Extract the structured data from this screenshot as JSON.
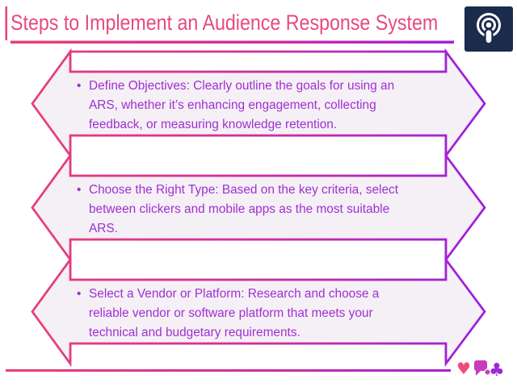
{
  "slide": {
    "title": "Steps to Implement an Audience Response System",
    "bullet_glyph": "•",
    "steps": [
      {
        "label": "Define Objectives",
        "lines": [
          "Define Objectives: Clearly outline the goals for using an",
          "ARS, whether it’s enhancing engagement, collecting",
          "feedback, or measuring knowledge retention."
        ]
      },
      {
        "label": "Choose the Right Type",
        "lines": [
          "Choose the Right Type: Based on the key criteria, select",
          "between clickers and mobile apps as the most suitable",
          "ARS."
        ]
      },
      {
        "label": "Select a Vendor or Platform",
        "lines": [
          "Select a Vendor or Platform: Research and choose a",
          "reliable vendor or software platform that meets your",
          "technical and budgetary requirements."
        ]
      }
    ],
    "footer_icons": {
      "heart_glyph": "♥",
      "club_glyph": "♣"
    },
    "colors": {
      "title_pink": "#e8497e",
      "accent_pink": "#e73f78",
      "accent_magenta": "#c82da6",
      "accent_purple": "#9c20de",
      "step_text_purple": "#a02fd2",
      "banner_fill": "#f5f0f5",
      "podcast_navy": "#1a2b4c",
      "heart_pink": "#ed4d7d",
      "bubble_magenta": "#c93cba",
      "club_purple": "#9a2ad8"
    }
  }
}
